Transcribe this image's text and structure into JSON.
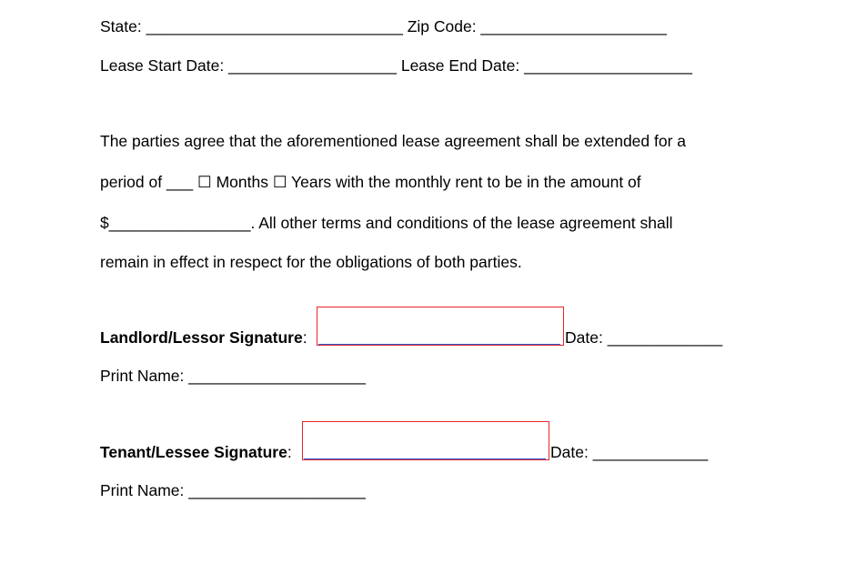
{
  "lines": {
    "state": "State: _____________________________ Zip Code: _____________________",
    "lease_dates": "Lease Start Date: ___________________ Lease End Date: ___________________",
    "para1": "The parties agree that the aforementioned lease agreement shall be extended for a",
    "para2": "period of ___ ☐ Months ☐ Years with the monthly rent to be in the amount of",
    "para3": "$________________. All other terms and conditions of the lease agreement shall",
    "para4": "remain in effect in respect for the obligations of both parties."
  },
  "landlord": {
    "label": "Landlord/Lessor Signature",
    "colon": ":",
    "date": "Date: _____________",
    "print_name": "Print Name: ____________________"
  },
  "tenant": {
    "label": "Tenant/Lessee Signature",
    "colon": ":",
    "date": "Date: _____________",
    "print_name": "Print Name: ____________________"
  },
  "colors": {
    "field_border": "#e8262b",
    "field_underline": "#2a5bd0"
  }
}
